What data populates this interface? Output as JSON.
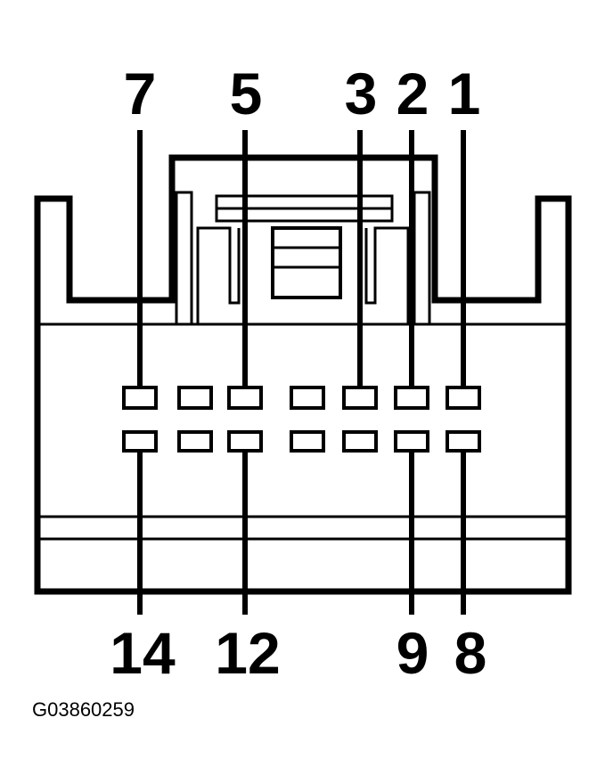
{
  "diagram": {
    "top_pin_labels": [
      "7",
      "5",
      "3",
      "2",
      "1"
    ],
    "bottom_pin_labels": [
      "14",
      "12",
      "9",
      "8"
    ],
    "figure_id": "G03860259"
  }
}
